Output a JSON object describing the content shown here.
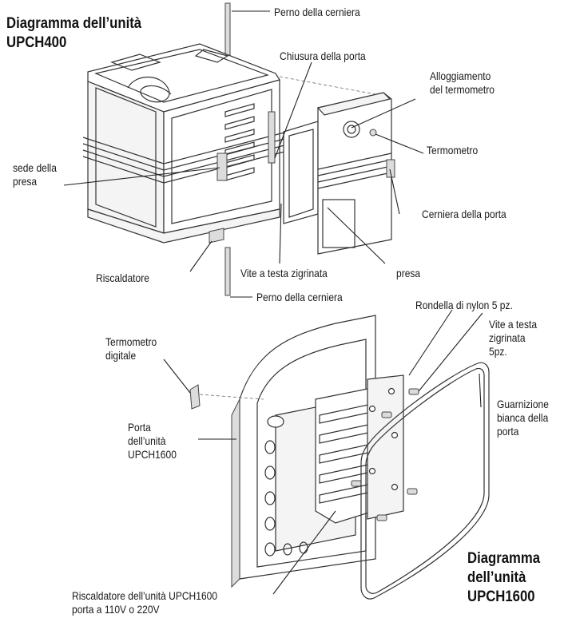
{
  "titles": {
    "upch400": [
      "Diagramma dell’unità",
      "UPCH400"
    ],
    "upch1600": [
      "Diagramma",
      "dell’unità",
      "UPCH1600"
    ]
  },
  "labels": {
    "hinge_pin_top": "Perno della cerniera",
    "door_latch": "Chiusura della porta",
    "thermometer_housing": [
      "Alloggiamento",
      "del termometro"
    ],
    "thermometer": "Termometro",
    "outlet_seat": [
      "sede della",
      "presa"
    ],
    "door_hinge": "Cerniera della porta",
    "heater": "Riscaldatore",
    "thumb_screw": "Vite a testa zigrinata",
    "outlet": "presa",
    "hinge_pin_bottom": "Perno della cerniera",
    "nylon_washer": "Rondella di nylon 5 pz.",
    "thumb_screws_5": [
      "Vite a testa",
      "zigrinata",
      "5pz."
    ],
    "digital_thermometer": [
      "Termometro",
      "digitale"
    ],
    "door_gasket": [
      "Guarnizione",
      "bianca della",
      "porta"
    ],
    "unit_door": [
      "Porta",
      "dell’unità",
      "UPCH1600"
    ],
    "heater_upch1600": [
      "Riscaldatore dell’unità UPCH1600",
      "porta a 110V o 220V"
    ]
  }
}
